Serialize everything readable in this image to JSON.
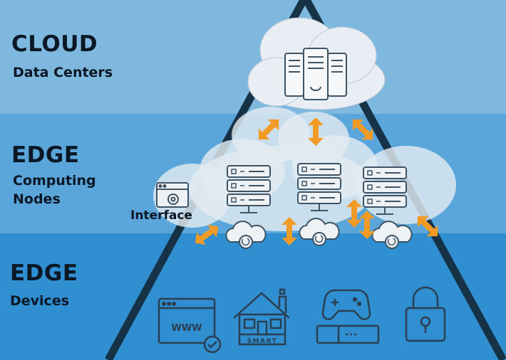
{
  "tiers": {
    "cloud": {
      "title": "CLOUD",
      "subtitle": "Data Centers"
    },
    "edge_nodes": {
      "title": "EDGE",
      "subtitle": "Computing Nodes"
    },
    "edge_devices": {
      "title": "EDGE",
      "subtitle": "Devices"
    }
  },
  "interface_label": "Interface",
  "devices": {
    "web": {
      "text": "WWW",
      "icon": "browser-window-check-icon"
    },
    "home": {
      "text": "SMART",
      "icon": "smart-home-icon"
    },
    "game": {
      "text": "",
      "icon": "gamepad-console-icon"
    },
    "lock": {
      "text": "",
      "icon": "padlock-icon"
    }
  },
  "colors": {
    "band_cloud": "#7fb8de",
    "band_edge_nodes": "#5aa6da",
    "band_devices": "#2f8fd0",
    "pyramid_outline": "#163246",
    "arrow": "#f29a26",
    "icon_stroke": "#3d5366",
    "cloud_fill": "#e8eef3"
  }
}
